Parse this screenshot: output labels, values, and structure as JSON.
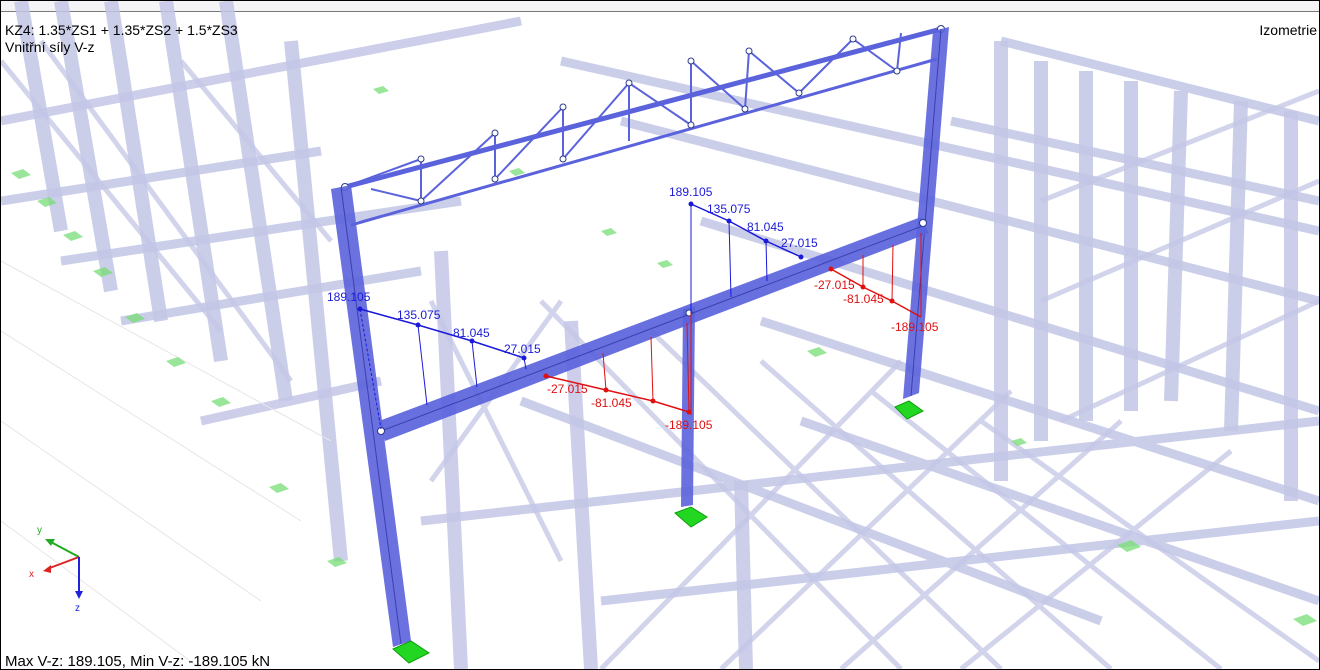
{
  "view": {
    "combination_label": "KZ4: 1.35*ZS1 + 1.35*ZS2 + 1.5*ZS3",
    "result_type_label": "Vnitřní síly V-z",
    "view_name": "Izometrie",
    "summary": "Max V-z: 189.105, Min V-z: -189.105 kN"
  },
  "diagram_labels": {
    "front_beam": [
      "189.105",
      "135.075",
      "81.045",
      "27.015",
      "-27.015",
      "-81.045",
      "-189.105"
    ],
    "back_beam": [
      "189.105",
      "135.075",
      "81.045",
      "27.015",
      "-27.015",
      "-81.045",
      "-189.105"
    ]
  },
  "axis": {
    "x": "x",
    "y": "y",
    "z": "z"
  },
  "colors": {
    "background_structure": "#c3c6e6",
    "selected_frame": "#5b63dc",
    "positive_diagram": "#1a1ad8",
    "negative_diagram": "#e01010",
    "supports": "#66dd66"
  }
}
